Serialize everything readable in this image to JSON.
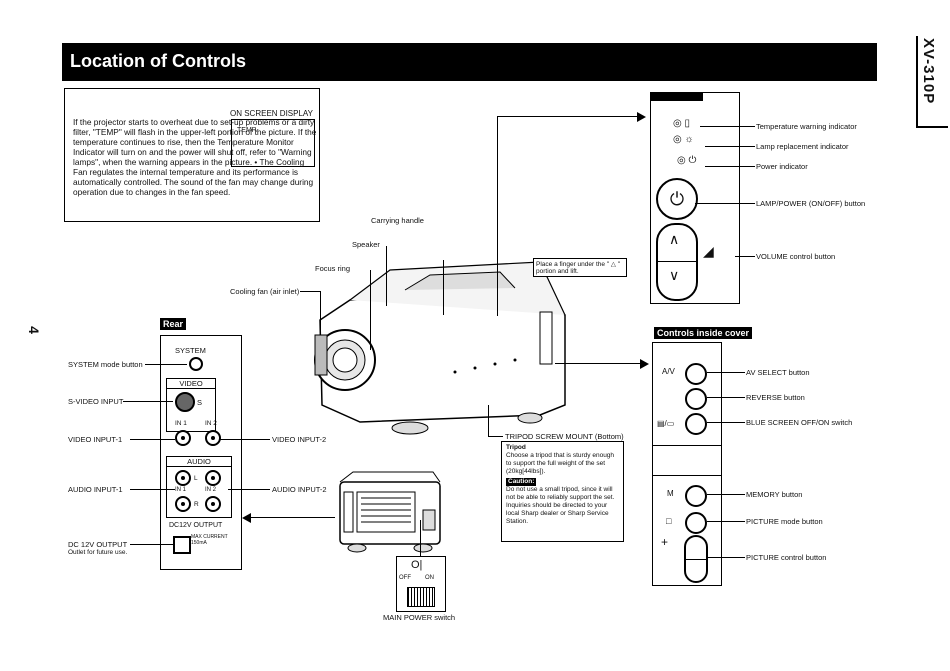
{
  "header": {
    "title": "Location of Controls",
    "model": "XV-310P",
    "page_number": "4"
  },
  "note": {
    "osd_label": "ON SCREEN DISPLAY",
    "osd_text": "TEMP.",
    "text": "If the projector starts to overheat due to set-up problems or a dirty filter, \"TEMP\" will flash in the upper-left portion of the picture. If the temperature continues to rise, then the Temperature Monitor Indicator will turn on and the power will shut off, refer to \"Warning lamps\", when the warning appears in the picture. • The Cooling Fan regulates the internal temperature and its performance is automatically controlled. The sound of the fan may change during operation due to changes in the fan speed."
  },
  "projector_labels": {
    "carrying_handle": "Carrying handle",
    "speaker": "Speaker",
    "focus_ring": "Focus ring",
    "cooling_fan": "Cooling fan (air inlet)",
    "lift_hint": "Place a finger under the \" △ \" portion and lift.",
    "tripod_mount": "TRIPOD SCREW MOUNT (Bottom)"
  },
  "top_panel": {
    "labels": [
      "Temperature warning indicator",
      "Lamp replacement indicator",
      "Power indicator",
      "LAMP/POWER (ON/OFF) button",
      "VOLUME control button"
    ]
  },
  "rear": {
    "head": "Rear",
    "system": "SYSTEM",
    "video": "VIDEO",
    "s": "S",
    "in1": "IN 1",
    "in2": "IN 2",
    "audio": "AUDIO",
    "l": "L",
    "r": "R",
    "dc_out": "DC12V OUTPUT",
    "max_current": "MAX CURRENT 150mA",
    "labels": {
      "system_btn": "SYSTEM mode button",
      "s_video": "S-VIDEO INPUT",
      "video1": "VIDEO INPUT-1",
      "video2": "VIDEO INPUT-2",
      "audio1": "AUDIO INPUT-1",
      "audio2": "AUDIO INPUT-2",
      "dc12v": "DC 12V OUTPUT",
      "dc12v_note": "Outlet for future use."
    }
  },
  "tripod": {
    "title": "Tripod",
    "text": "Choose a tripod that is sturdy enough to support the full weight of the set (20kg[44lbs]).",
    "caution_head": "Caution:",
    "caution_text": "Do not use a small tripod, since it will not be able to reliably support the set.",
    "inquiry": "Inquiries should be directed to your local Sharp dealer or Sharp Service Station."
  },
  "main_power": {
    "off": "OFF",
    "on": "ON",
    "label": "MAIN POWER switch"
  },
  "inside_cover": {
    "head": "Controls inside cover",
    "av": "A/V",
    "m": "M",
    "labels": [
      "AV SELECT button",
      "REVERSE button",
      "BLUE SCREEN OFF/ON switch",
      "MEMORY button",
      "PICTURE mode button",
      "PICTURE control button"
    ]
  }
}
